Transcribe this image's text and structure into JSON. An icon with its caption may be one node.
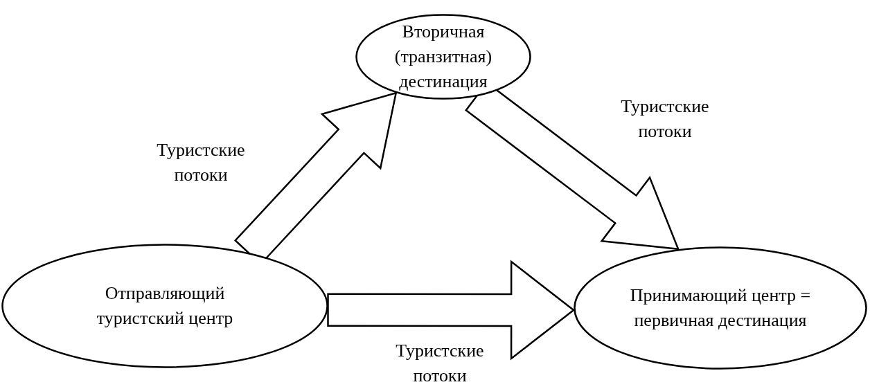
{
  "diagram": {
    "nodes": [
      {
        "text": [
          "Вторичная (транзитная) дестинация"
        ]
      },
      {
        "text": [
          "Отправляющий туристский центр"
        ]
      },
      {
        "text": [
          "Принимающий центр = первичная дестинация"
        ]
      }
    ],
    "edges": [
      {
        "from": 1,
        "to": 0,
        "arrow": "to",
        "label": "Туристские потоки",
        "style": "thick"
      },
      {
        "from": 0,
        "to": 2,
        "arrow": "to",
        "label": "Туристские потоки",
        "style": "thick"
      },
      {
        "from": 1,
        "to": 2,
        "arrow": "to",
        "label": "Туристские потоки",
        "style": "thick"
      }
    ]
  }
}
